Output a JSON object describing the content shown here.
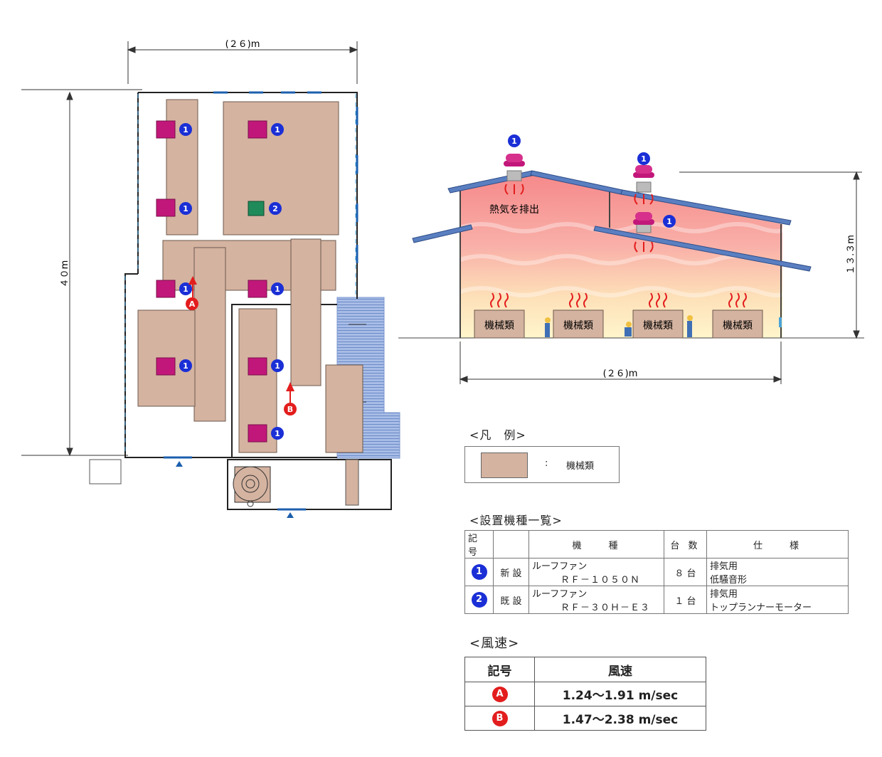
{
  "floor_plan": {
    "width_label": "(２６)m",
    "height_label": "４０m",
    "fan_markers": [
      "1",
      "1",
      "1",
      "2",
      "1",
      "1",
      "1",
      "1",
      "1"
    ],
    "wind_markers": [
      "A",
      "B"
    ]
  },
  "section": {
    "fan_markers": [
      "1",
      "1",
      "1"
    ],
    "heat_label": "熱気を排出",
    "machine_label": "機械類",
    "width_label": "(２６)m",
    "height_label": "１３.３m"
  },
  "legend": {
    "title": "<凡　例>",
    "colon": ":",
    "label": "機械類",
    "swatch_color": "#d4b3a0"
  },
  "equipment": {
    "title": "<設置機種一覧>",
    "headers": [
      "記 号",
      "機　　種",
      "台 数",
      "仕　　様"
    ],
    "rows": [
      {
        "mark": "1",
        "status": "新 設",
        "model_name": "ルーフファン",
        "model_code": "ＲＦ－１０５０Ｎ",
        "qty": "８ 台",
        "spec1": "排気用",
        "spec2": "低騒音形"
      },
      {
        "mark": "2",
        "status": "既 設",
        "model_name": "ルーフファン",
        "model_code": "ＲＦ－３０Ｈ－Ｅ３",
        "qty": "１ 台",
        "spec1": "排気用",
        "spec2": "トップランナーモーター"
      }
    ]
  },
  "wind": {
    "title": "<風速>",
    "headers": [
      "記号",
      "風速"
    ],
    "rows": [
      {
        "mark": "A",
        "value": "1.24〜1.91 m/sec"
      },
      {
        "mark": "B",
        "value": "1.47〜2.38 m/sec"
      }
    ]
  },
  "colors": {
    "machine": "#d4b3a0",
    "fan_new": "#c2177a",
    "fan_existing": "#1f8a5a",
    "marker_blue": "#1a2fd6",
    "marker_red": "#e31d1d",
    "conveyor": "#8aa6d8"
  }
}
